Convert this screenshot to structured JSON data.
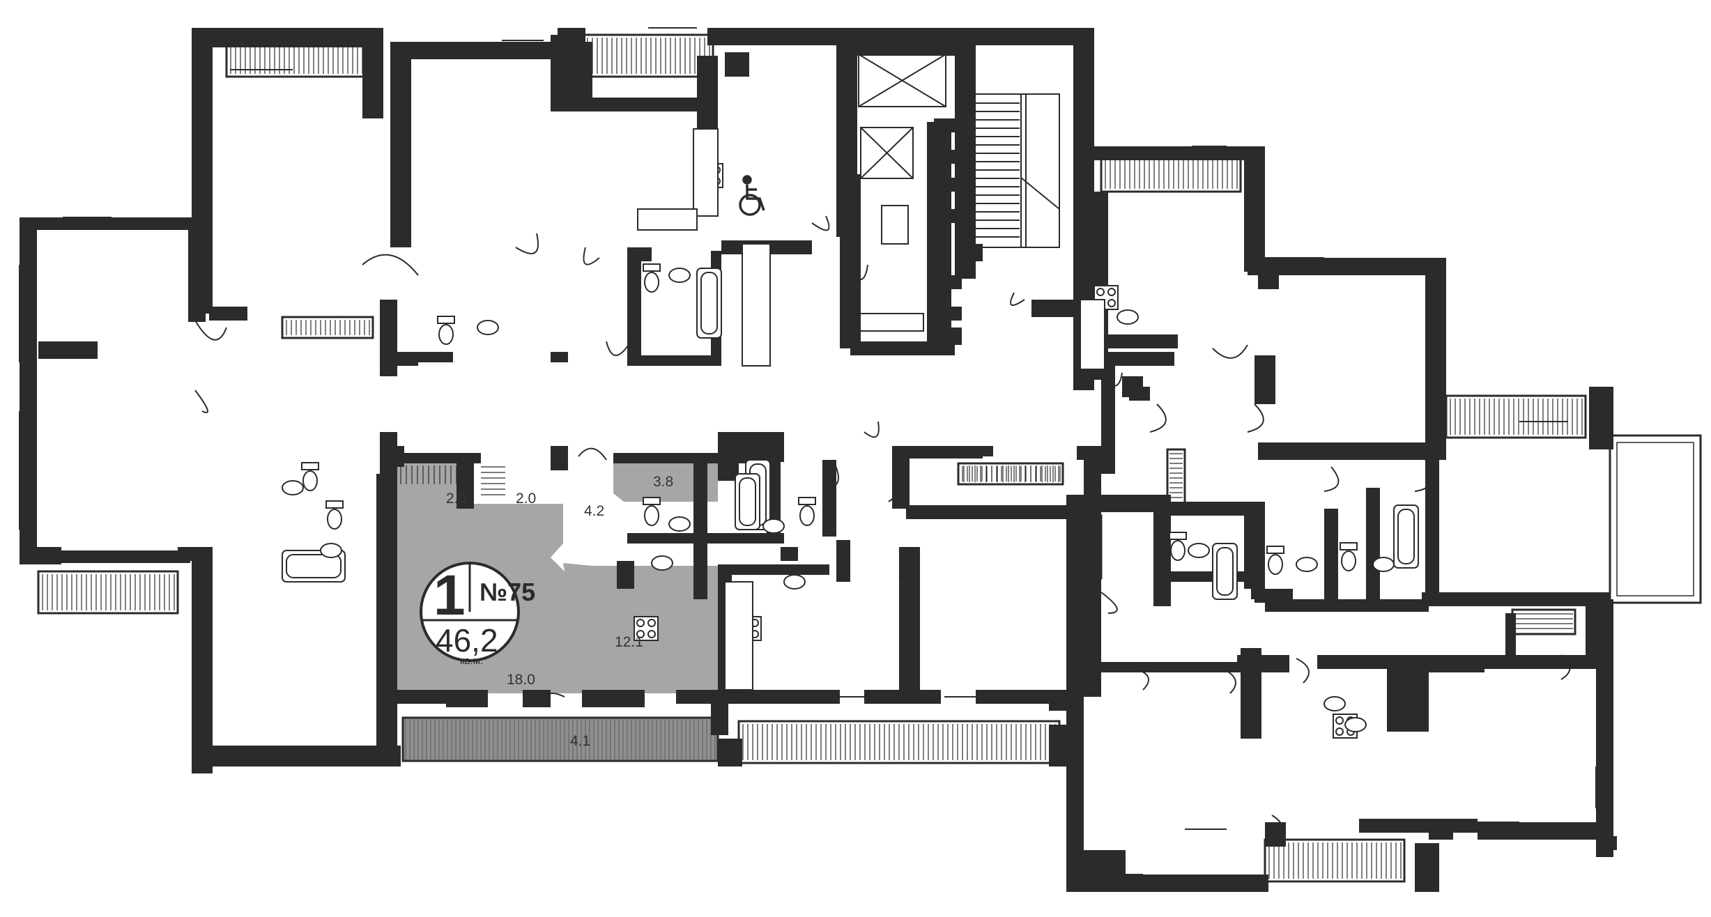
{
  "colors": {
    "wall": "#2b2b2b",
    "highlight": "#a6a6a6",
    "balcony": "#8f8f8f",
    "background": "#ffffff",
    "line": "#2b2b2b"
  },
  "apartment": {
    "rooms_label": "1",
    "number_label": "№75",
    "area_label": "46,2",
    "area_unit": "кв.м."
  },
  "room_areas": {
    "living": "18.0",
    "kitchen": "12.1",
    "hall": "4.2",
    "bathroom": "3.8",
    "storage_a": "2.0",
    "storage_b": "2.0",
    "loggia": "4.1"
  },
  "icons": [
    "wheelchair-icon",
    "elevator-icon",
    "stairs-icon",
    "bathtub-icon",
    "toilet-icon",
    "sink-icon",
    "stove-icon"
  ]
}
